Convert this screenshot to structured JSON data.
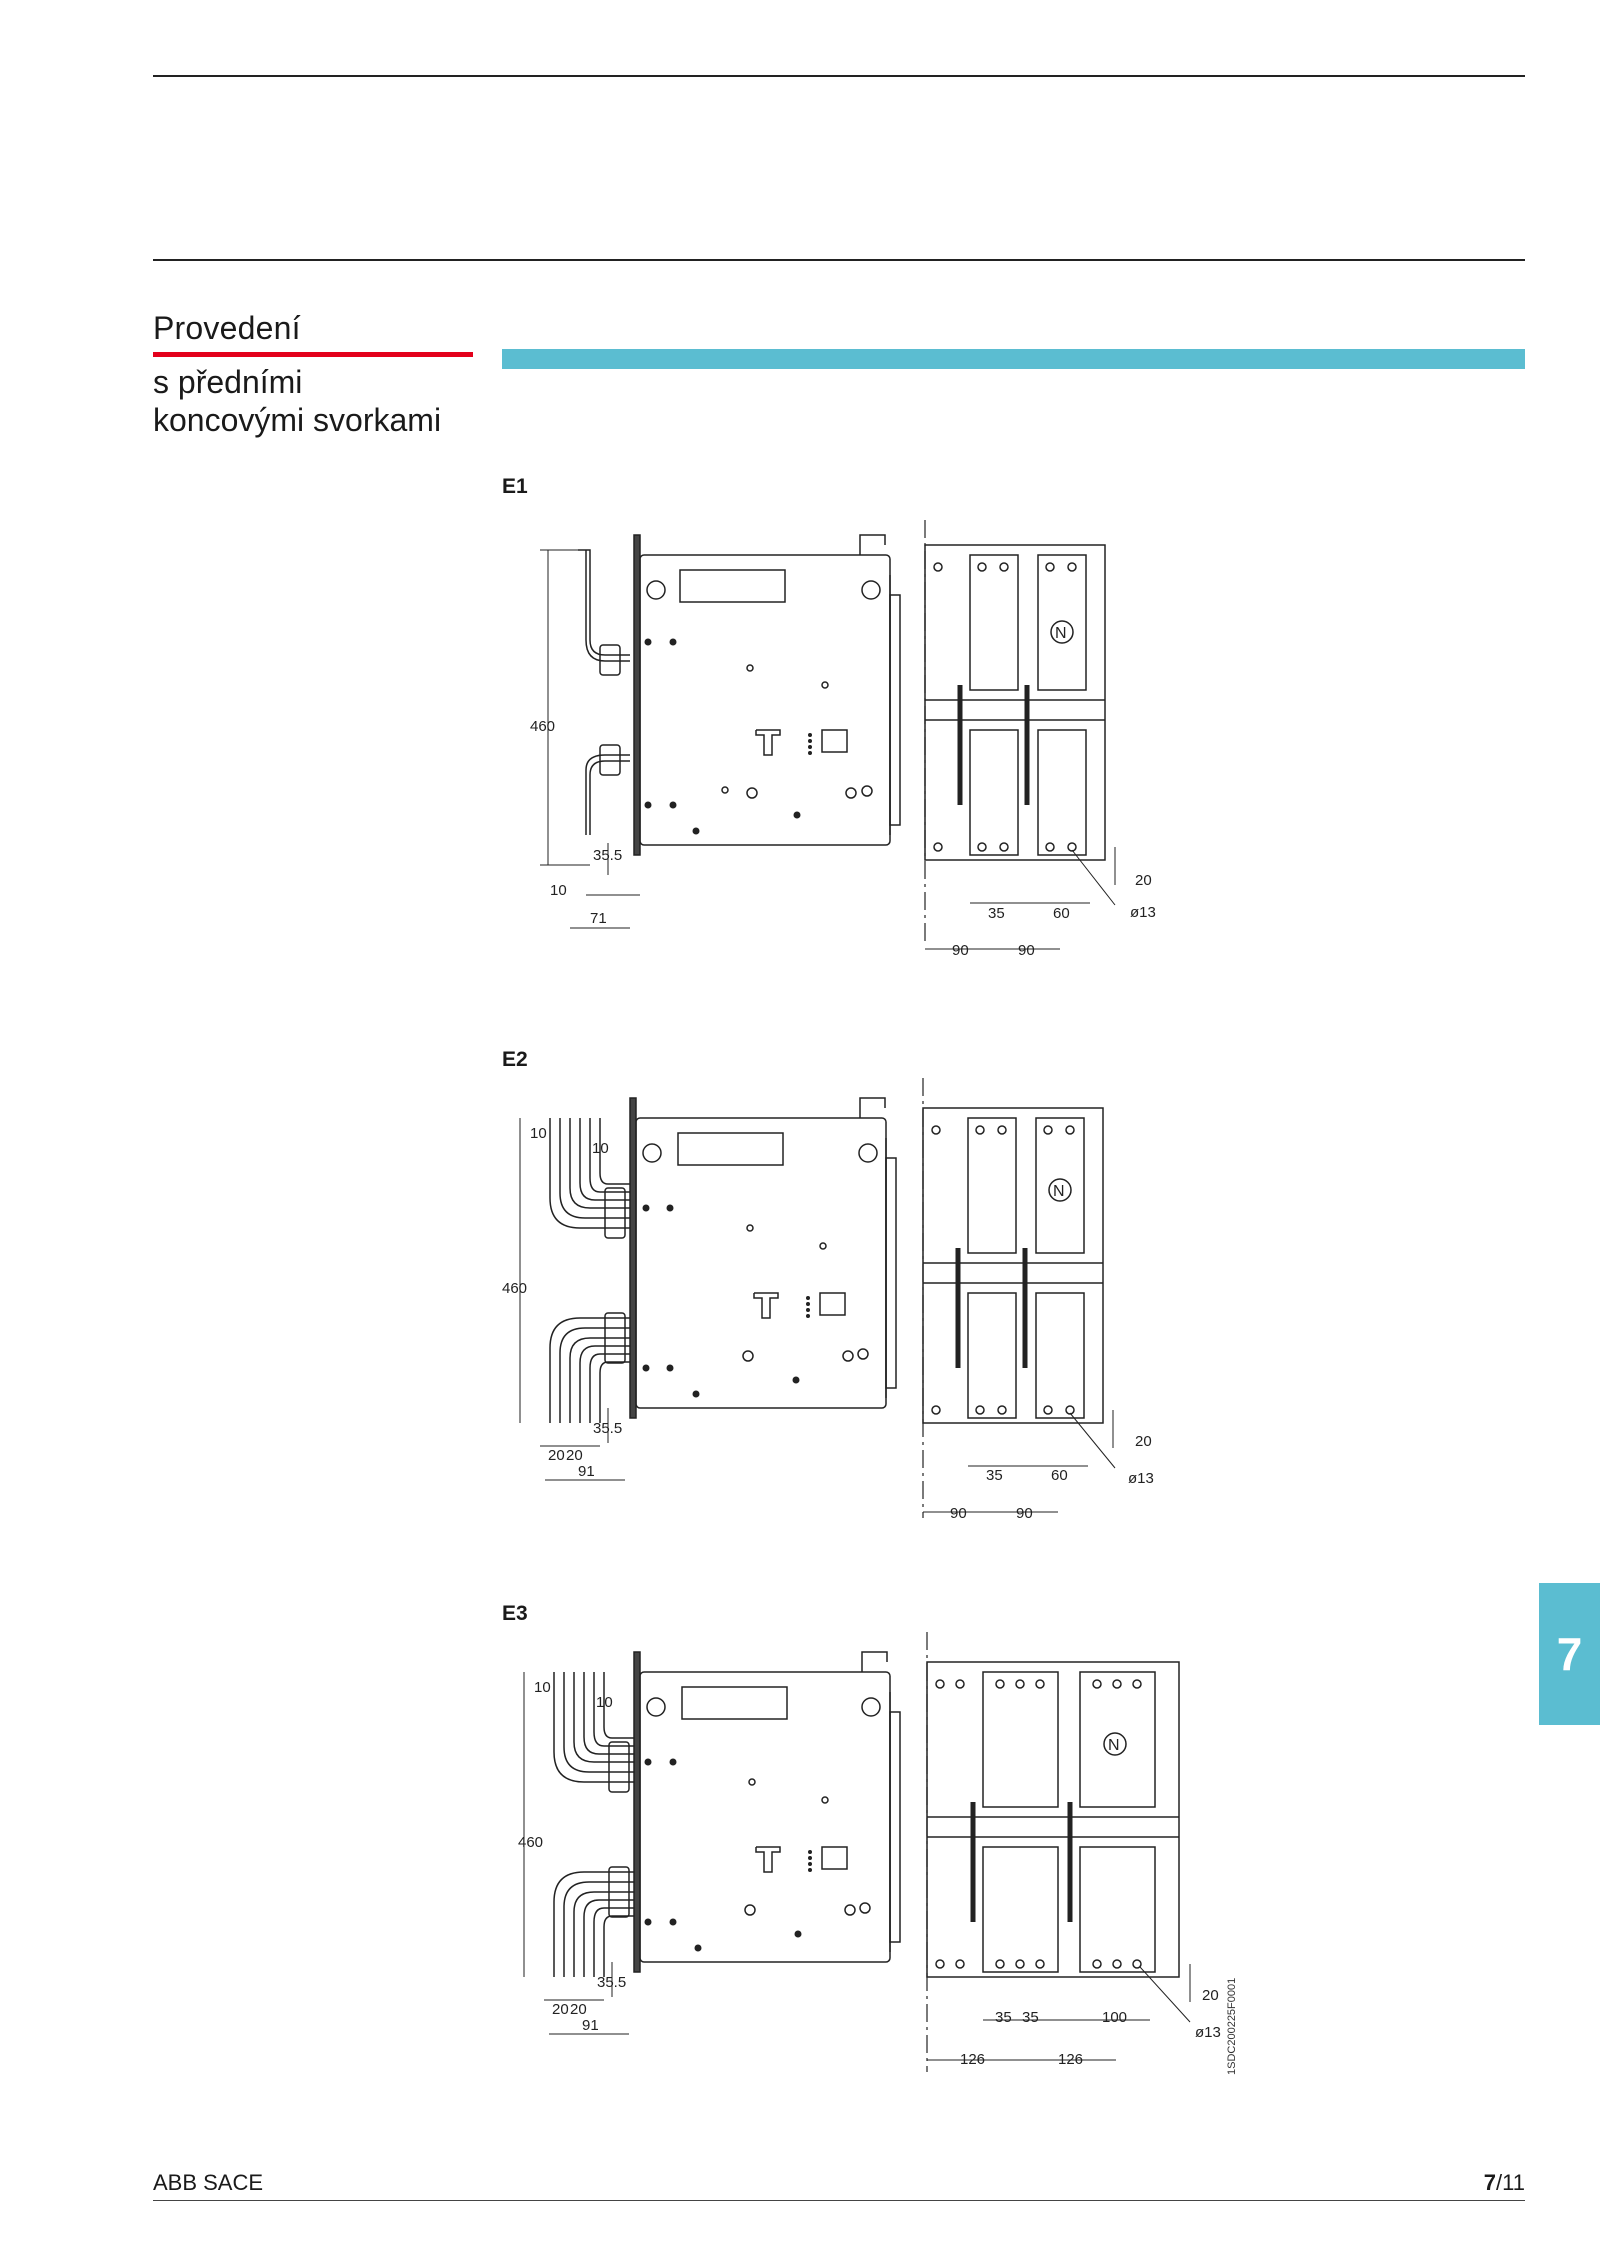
{
  "heading": {
    "line1": "Provedení",
    "line2": "s předními",
    "line3": "koncovými svorkami"
  },
  "drawings": [
    {
      "label": "E1",
      "dims": {
        "height": "460",
        "offset_a": "35.5",
        "edge": "10",
        "depth": "71",
        "right_v": "20",
        "hole": "ø13",
        "pitch_a": "35",
        "pitch_b": "60",
        "pole_1": "90",
        "pole_2": "90"
      }
    },
    {
      "label": "E2",
      "dims": {
        "height": "460",
        "offset_a": "35.5",
        "edge_a": "10",
        "edge_b": "10",
        "bar_a": "20",
        "bar_b": "20",
        "depth": "91",
        "right_v": "20",
        "hole": "ø13",
        "pitch_a": "35",
        "pitch_b": "60",
        "pole_1": "90",
        "pole_2": "90"
      }
    },
    {
      "label": "E3",
      "dims": {
        "height": "460",
        "offset_a": "35.5",
        "edge_a": "10",
        "edge_b": "10",
        "bar_a": "20",
        "bar_b": "20",
        "depth": "91",
        "right_v": "20",
        "hole": "ø13",
        "pitch_a": "35",
        "pitch_c": "35",
        "pitch_b": "100",
        "pole_1": "126",
        "pole_2": "126"
      }
    }
  ],
  "neutral_mark": "N",
  "doc_code": "1SDC200225F0001",
  "chapter_tab": "7",
  "footer": {
    "company": "ABB SACE",
    "page_main": "7",
    "page_rest": "/11"
  },
  "colors": {
    "accent_red": "#e3001b",
    "accent_cyan": "#5bbdd1"
  }
}
